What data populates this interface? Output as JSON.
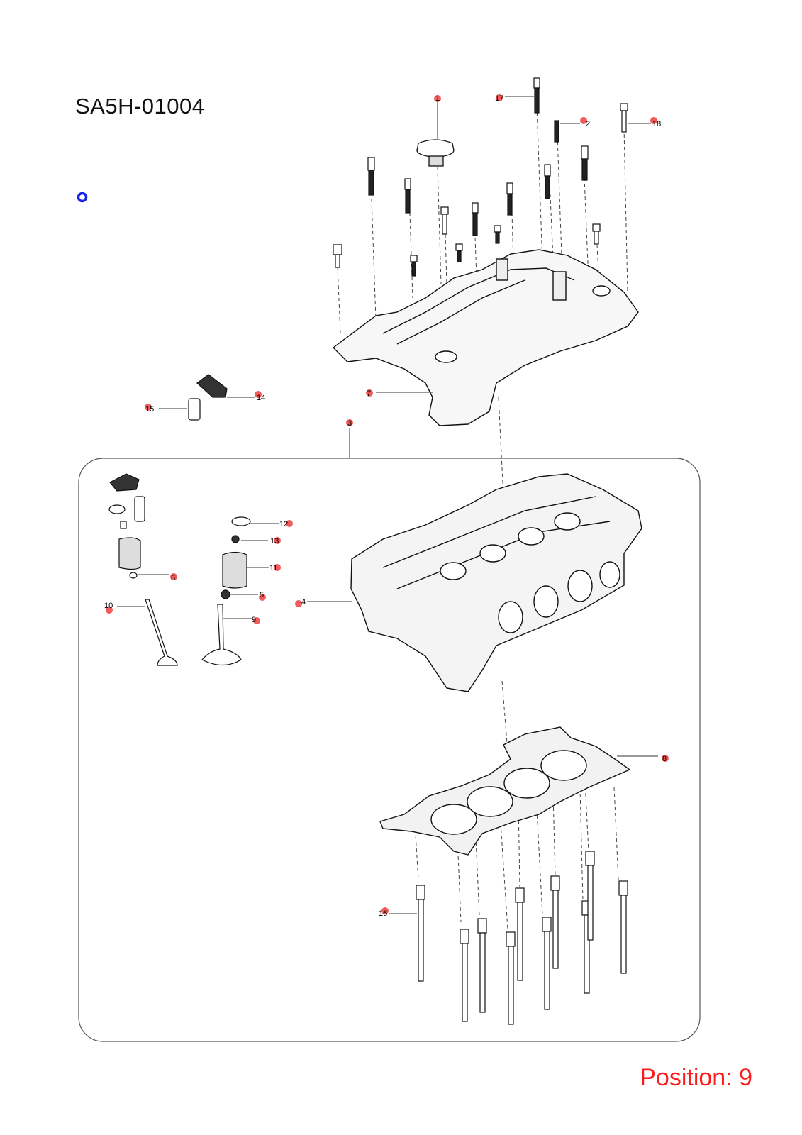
{
  "page": {
    "title": "SA5H-01004",
    "position": "Position: 9"
  },
  "colors": {
    "callout_dot": "#f25b5b",
    "position_text": "#ff1a1a",
    "marker": "#1a22e6",
    "line": "#1e1e1e"
  },
  "callouts": [
    {
      "id": "1",
      "text": "1"
    },
    {
      "id": "2",
      "text": "2"
    },
    {
      "id": "3",
      "text": "3"
    },
    {
      "id": "4",
      "text": "4"
    },
    {
      "id": "5",
      "text": "5"
    },
    {
      "id": "6",
      "text": "6"
    },
    {
      "id": "7",
      "text": "7"
    },
    {
      "id": "8",
      "text": "8"
    },
    {
      "id": "9",
      "text": "9"
    },
    {
      "id": "10",
      "text": "10"
    },
    {
      "id": "11",
      "text": "11"
    },
    {
      "id": "12",
      "text": "12"
    },
    {
      "id": "13",
      "text": "13"
    },
    {
      "id": "14",
      "text": "14"
    },
    {
      "id": "15",
      "text": "15"
    },
    {
      "id": "16",
      "text": "16"
    },
    {
      "id": "17",
      "text": "17"
    },
    {
      "id": "18",
      "text": "18"
    }
  ]
}
